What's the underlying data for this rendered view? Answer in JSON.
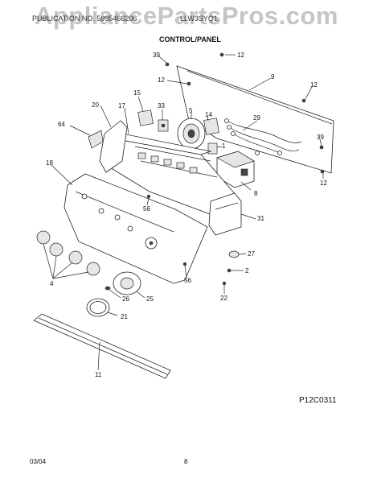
{
  "watermark": "AppliancePartsPros.com",
  "header": {
    "left_text": "PUBLICATION NO. 5995466206",
    "right_text": "LLW3SYQ1",
    "section_title": "CONTROL/PANEL"
  },
  "reference_code": "P12C0311",
  "footer": {
    "date": "03/04",
    "page": "8"
  },
  "callouts": {
    "p39_top": "39",
    "p12_top": "12",
    "p12_left": "12",
    "p9": "9",
    "p12_right": "12",
    "p15": "15",
    "p33": "33",
    "p20": "20",
    "p17": "17",
    "p5": "5",
    "p14": "14",
    "p29": "29",
    "p64": "64",
    "p1": "1",
    "p39_right": "39",
    "p18": "18",
    "p12_bottom": "12",
    "p8": "8",
    "p56_center": "56",
    "p31": "31",
    "p27": "27",
    "p2": "2",
    "p56_lower": "56",
    "p4": "4",
    "p22": "22",
    "p26": "26",
    "p25": "25",
    "p21": "21",
    "p11": "11"
  }
}
